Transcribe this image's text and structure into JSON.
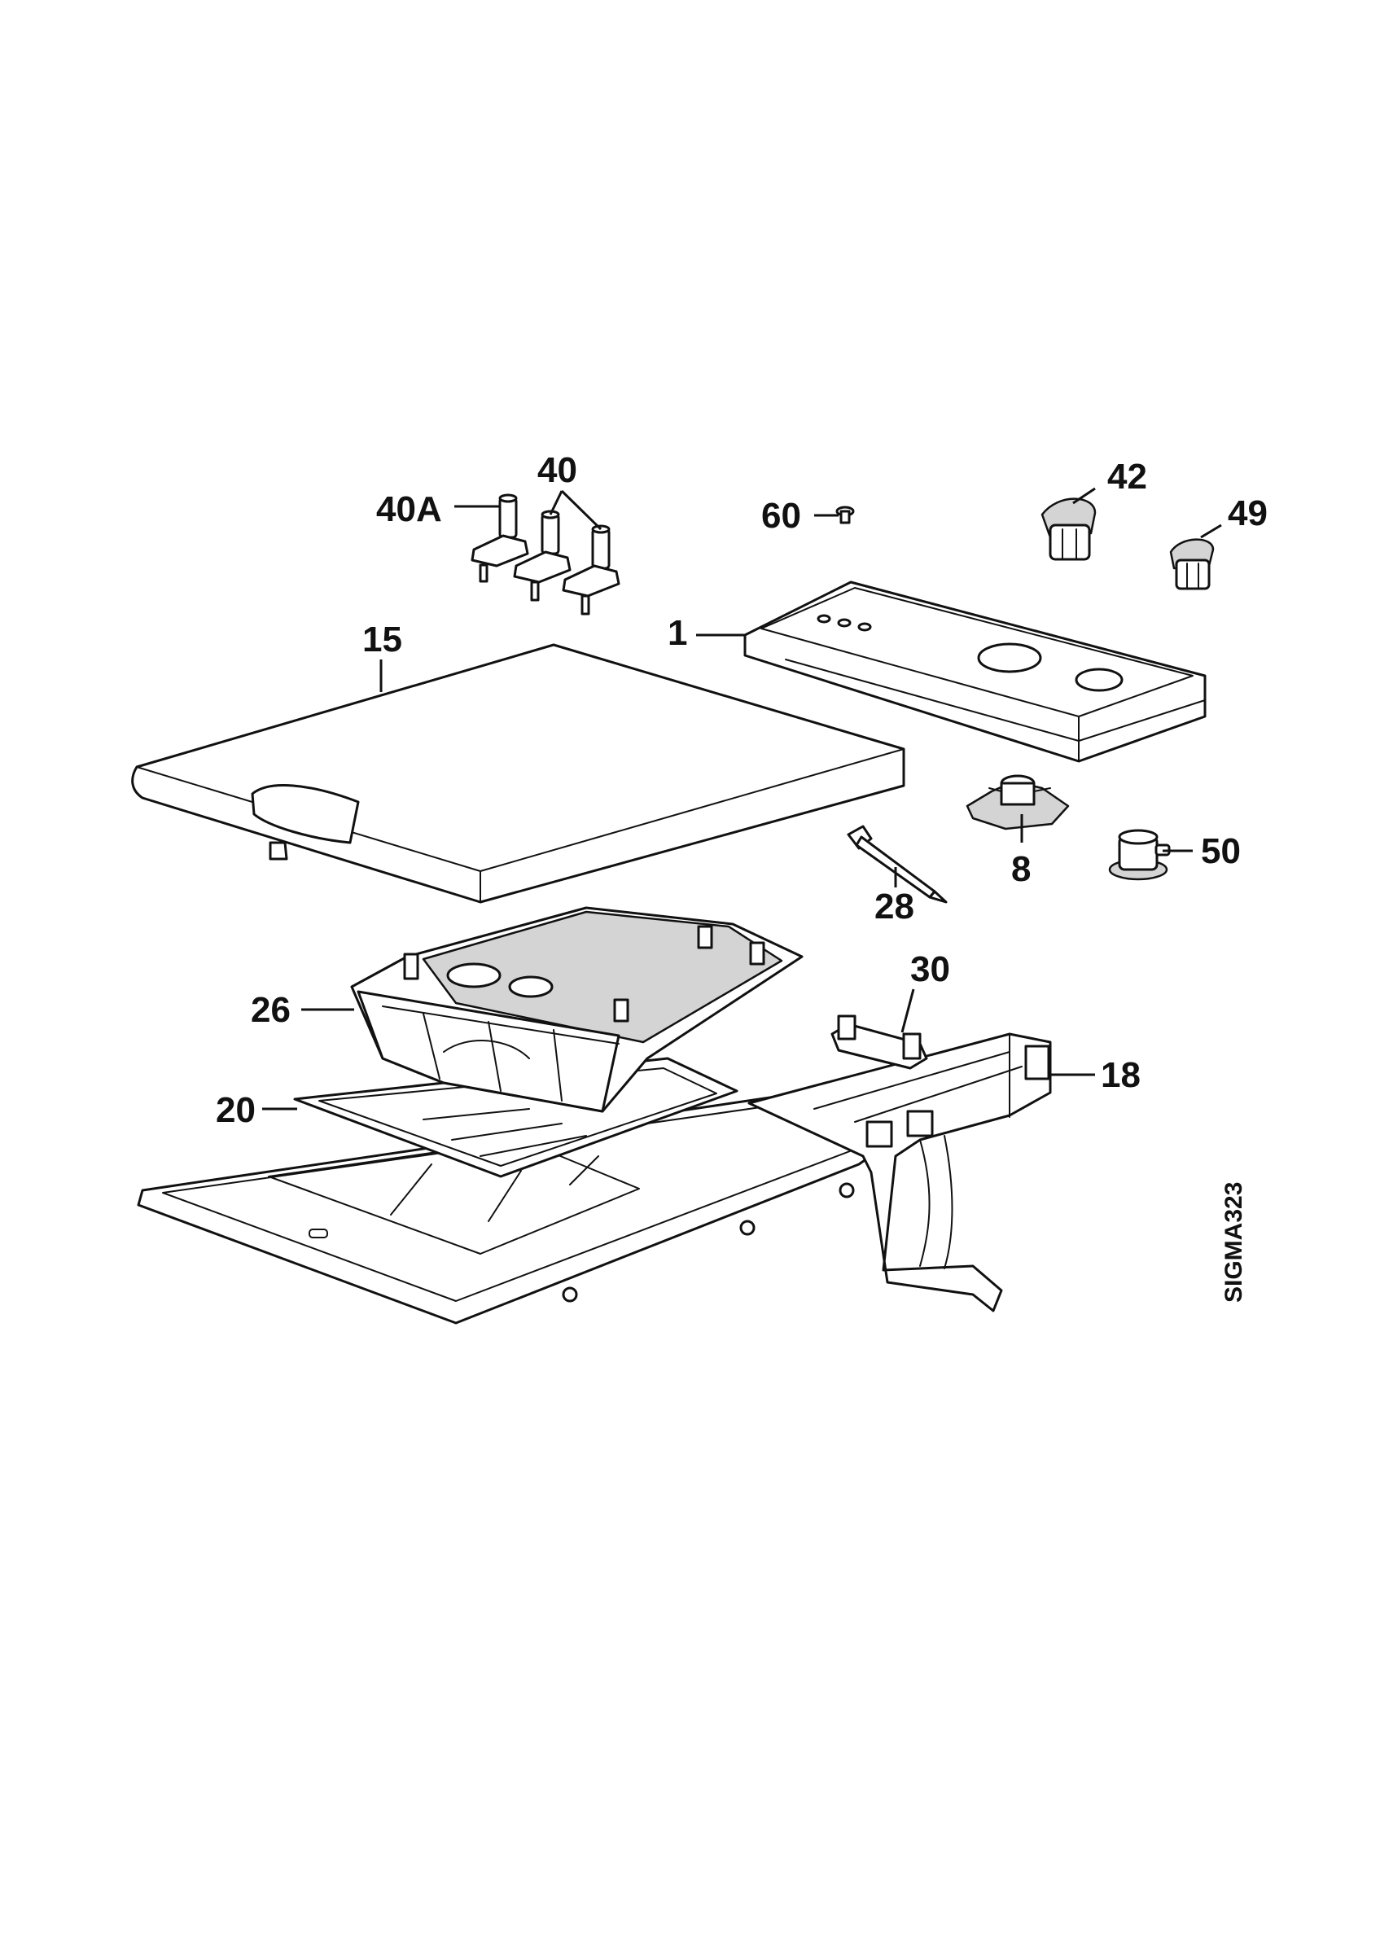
{
  "drawing_code": "SIGMA323",
  "callouts": {
    "c40": "40",
    "c40a": "40A",
    "c60": "60",
    "c42": "42",
    "c49": "49",
    "c1": "1",
    "c15": "15",
    "c8": "8",
    "c50": "50",
    "c28": "28",
    "c30": "30",
    "c26": "26",
    "c18": "18",
    "c20": "20"
  }
}
